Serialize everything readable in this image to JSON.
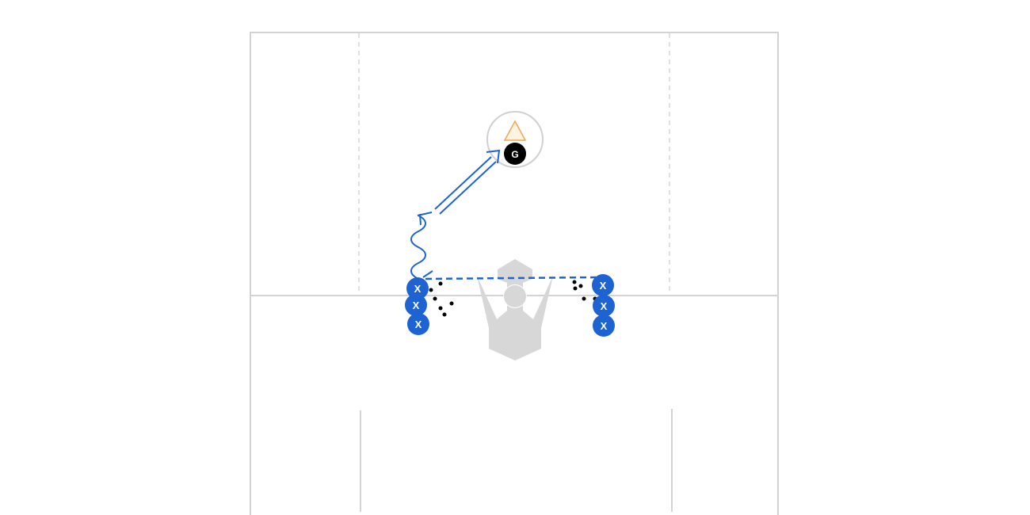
{
  "colors": {
    "field_line": "#d3d3d3",
    "field_dash": "#cccccc",
    "crease": "#d0d0d0",
    "goal_logo": "#d7d7d7",
    "player_fill": "#1e63d2",
    "player_text": "#ffffff",
    "goalie_fill": "#000000",
    "cone_fill": "#fff3e6",
    "cone_stroke": "#f0a84e",
    "path": "#1e63d2",
    "ball": "#000000"
  },
  "players": {
    "left_line": [
      "X",
      "X",
      "X"
    ],
    "right_line": [
      "X",
      "X",
      "X"
    ]
  },
  "goalie": {
    "label": "G"
  },
  "icons": {
    "cone": "cone-icon",
    "goal": "goal-logo-icon"
  },
  "paths": {
    "dodge": "wavy-dodge-path",
    "pass": "double-line-pass",
    "feed": "dashed-pass"
  }
}
